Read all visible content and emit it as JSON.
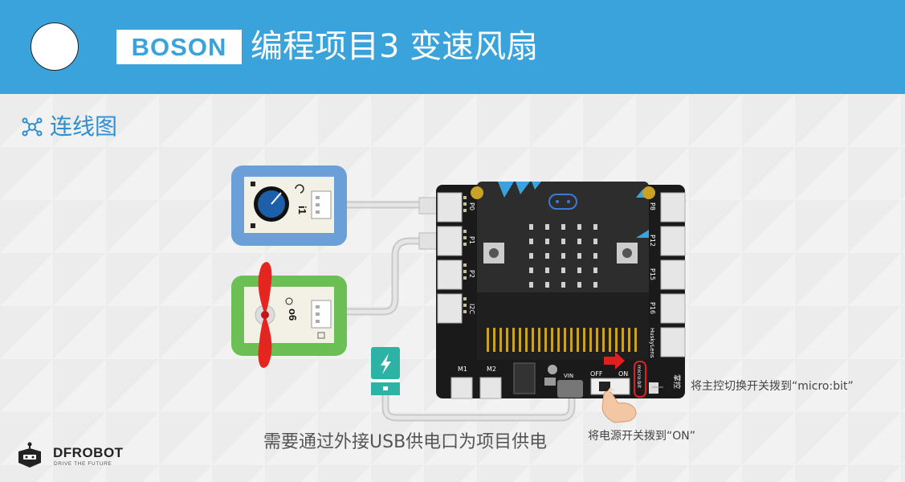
{
  "header": {
    "badge": "BOSON",
    "title": "编程项目3 变速风扇"
  },
  "section": {
    "label": "连线图"
  },
  "diagram": {
    "potentiometer": {
      "code": "i1"
    },
    "fan": {
      "code": "o6"
    },
    "board_ports_left": [
      "P0",
      "P1",
      "P2",
      "I2C"
    ],
    "board_ports_right": [
      "P8",
      "P12",
      "P15",
      "P16",
      "HuskyLens"
    ],
    "board_labels": {
      "m1": "M1",
      "m2": "M2",
      "vin": "VIN",
      "off": "OFF",
      "on": "ON",
      "microbit": "micro:bit",
      "main": "掌控"
    },
    "notes": {
      "switch_microbit": "将主控切换开关拨到“micro:bit”",
      "power_on": "将电源开关拨到“ON”",
      "usb": "需要通过外接USB供电口为项目供电"
    }
  },
  "logo": {
    "name": "DFROBOT",
    "tagline": "DRIVE THE FUTURE"
  },
  "colors": {
    "header": "#3aa3dc",
    "pot_module": "#6a9fd8",
    "fan_module": "#6cbf55",
    "board": "#1a1a1a",
    "arrow": "#e02020",
    "usb_icon": "#2db3a6"
  }
}
